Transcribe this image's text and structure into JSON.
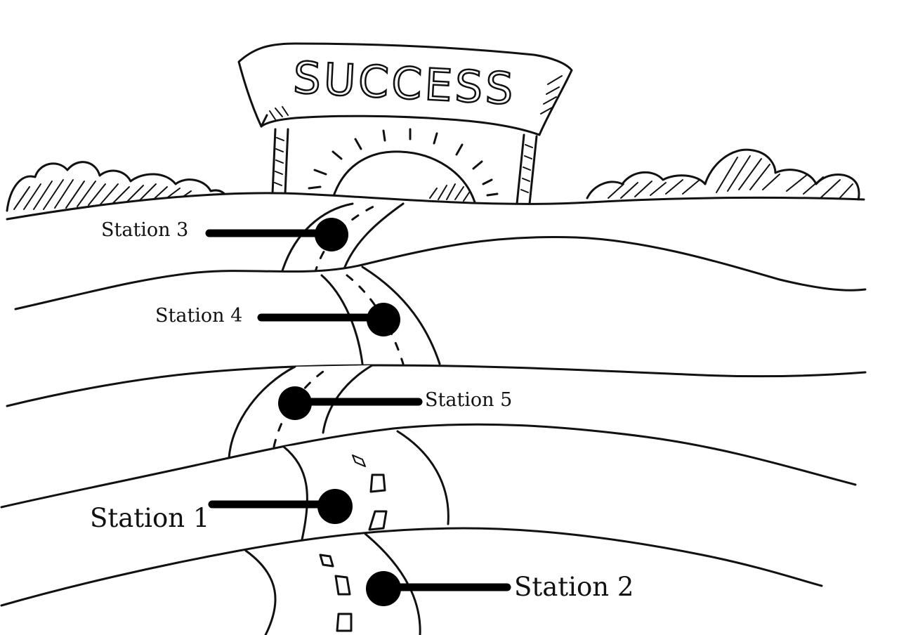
{
  "sign": {
    "text": "SUCCESS"
  },
  "stations": [
    {
      "id": "station-3",
      "label": "Station 3"
    },
    {
      "id": "station-4",
      "label": "Station 4"
    },
    {
      "id": "station-5",
      "label": "Station 5"
    },
    {
      "id": "station-1",
      "label": "Station 1"
    },
    {
      "id": "station-2",
      "label": "Station 2"
    }
  ],
  "colors": {
    "ink": "#111111",
    "marker": "#000000",
    "background": "#ffffff"
  }
}
